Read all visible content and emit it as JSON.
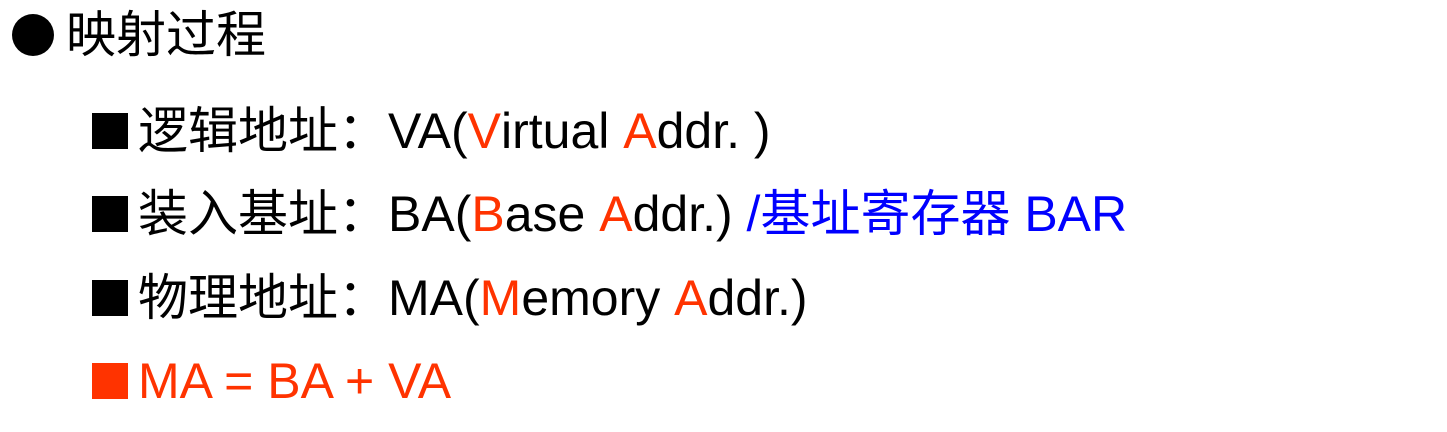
{
  "colors": {
    "text": "#000000",
    "accent_red": "#ff3300",
    "accent_blue": "#0000ff"
  },
  "heading": {
    "bullet_icon": "filled-circle",
    "text": "映射过程"
  },
  "items": [
    {
      "bullet_icon": "filled-square",
      "label": "逻辑地址：",
      "abbr": "VA(",
      "hl1": "V",
      "rest1": "irtual ",
      "hl2": "A",
      "rest2": "ddr. )"
    },
    {
      "bullet_icon": "filled-square",
      "label": "装入基址：",
      "abbr": "BA(",
      "hl1": "B",
      "rest1": "ase ",
      "hl2": "A",
      "rest2": "ddr.) ",
      "note": "/基址寄存器 BAR"
    },
    {
      "bullet_icon": "filled-square",
      "label": "物理地址：",
      "abbr": "MA(",
      "hl1": "M",
      "rest1": "emory ",
      "hl2": "A",
      "rest2": "ddr.)"
    },
    {
      "bullet_icon": "filled-square",
      "formula": "MA = BA + VA"
    }
  ]
}
